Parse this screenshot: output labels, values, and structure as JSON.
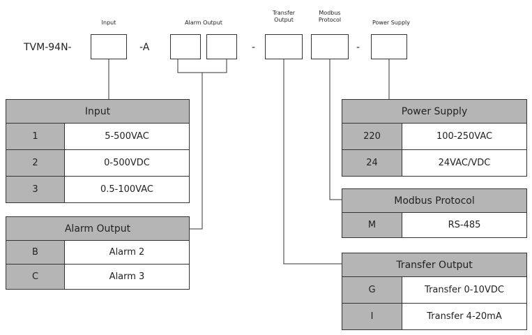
{
  "code": {
    "prefix": "TVM-94N-",
    "mid": "-A",
    "dash1": "-",
    "dash2": "-",
    "labels": {
      "input": "Input",
      "alarm": "Alarm Output",
      "transfer": "Transfer\nOutput",
      "modbus": "Modbus\nProtocol",
      "power": "Power Supply"
    }
  },
  "tables": {
    "input": {
      "title": "Input",
      "rows": [
        {
          "code": "1",
          "value": "5-500VAC"
        },
        {
          "code": "2",
          "value": "0-500VDC"
        },
        {
          "code": "3",
          "value": "0.5-100VAC"
        }
      ]
    },
    "alarm": {
      "title": "Alarm Output",
      "rows": [
        {
          "code": "B",
          "value": "Alarm 2"
        },
        {
          "code": "C",
          "value": "Alarm 3"
        }
      ]
    },
    "power": {
      "title": "Power Supply",
      "rows": [
        {
          "code": "220",
          "value": "100-250VAC"
        },
        {
          "code": "24",
          "value": "24VAC/VDC"
        }
      ]
    },
    "modbus": {
      "title": "Modbus Protocol",
      "rows": [
        {
          "code": "M",
          "value": "RS-485"
        }
      ]
    },
    "transfer": {
      "title": "Transfer Output",
      "rows": [
        {
          "code": "G",
          "value": "Transfer 0-10VDC"
        },
        {
          "code": "I",
          "value": "Transfer 4-20mA"
        }
      ]
    }
  }
}
